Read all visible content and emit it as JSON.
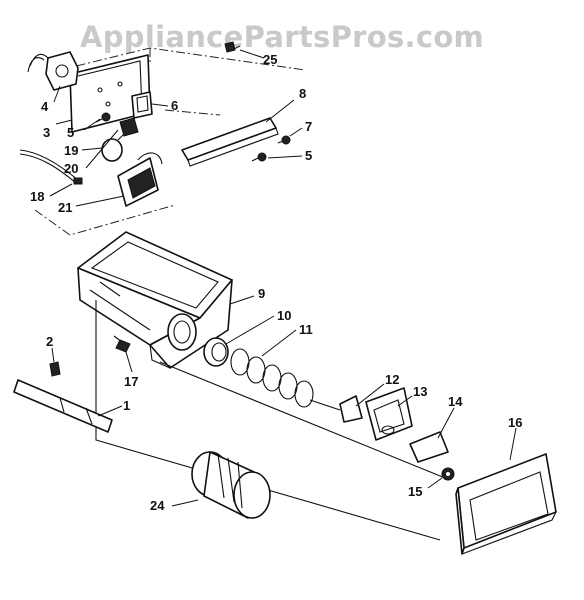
{
  "watermark": "AppliancePartsPros.com",
  "callouts": [
    {
      "id": "c25",
      "text": "25"
    },
    {
      "id": "c4",
      "text": "4"
    },
    {
      "id": "c3",
      "text": "3"
    },
    {
      "id": "c5a",
      "text": "5"
    },
    {
      "id": "c6",
      "text": "6"
    },
    {
      "id": "c8",
      "text": "8"
    },
    {
      "id": "c7",
      "text": "7"
    },
    {
      "id": "c5b",
      "text": "5"
    },
    {
      "id": "c19",
      "text": "19"
    },
    {
      "id": "c20",
      "text": "20"
    },
    {
      "id": "c18",
      "text": "18"
    },
    {
      "id": "c21",
      "text": "21"
    },
    {
      "id": "c9",
      "text": "9"
    },
    {
      "id": "c10",
      "text": "10"
    },
    {
      "id": "c11",
      "text": "11"
    },
    {
      "id": "c2",
      "text": "2"
    },
    {
      "id": "c17",
      "text": "17"
    },
    {
      "id": "c1",
      "text": "1"
    },
    {
      "id": "c12",
      "text": "12"
    },
    {
      "id": "c13",
      "text": "13"
    },
    {
      "id": "c14",
      "text": "14"
    },
    {
      "id": "c16",
      "text": "16"
    },
    {
      "id": "c15",
      "text": "15"
    },
    {
      "id": "c24",
      "text": "24"
    }
  ]
}
